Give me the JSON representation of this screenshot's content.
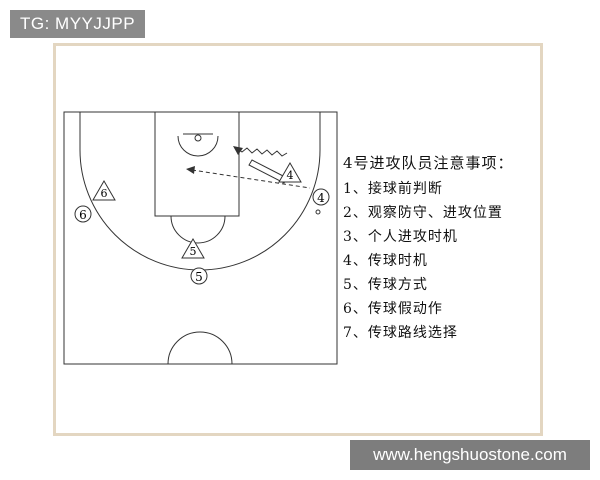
{
  "tag_label": "TG: MYYJJPP",
  "diagram": {
    "players": {
      "p4_triangle": "4",
      "p4_circle": "4",
      "p6_triangle": "6",
      "p6_circle": "6",
      "p5_triangle": "5",
      "p5_circle": "5"
    }
  },
  "notes": {
    "title": "4号进攻队员注意事项：",
    "items": [
      "1、接球前判断",
      "2、观察防守、进攻位置",
      "3、个人进攻时机",
      "4、传球时机",
      "5、传球方式",
      "6、传球假动作",
      "7、传球路线选择"
    ]
  },
  "watermark": "www.hengshuostone.com",
  "colors": {
    "frame": "#e3d6c1",
    "lines": "#333333",
    "tag_bg": "#8a8a8a",
    "watermark_bg": "#7d7d7d"
  }
}
